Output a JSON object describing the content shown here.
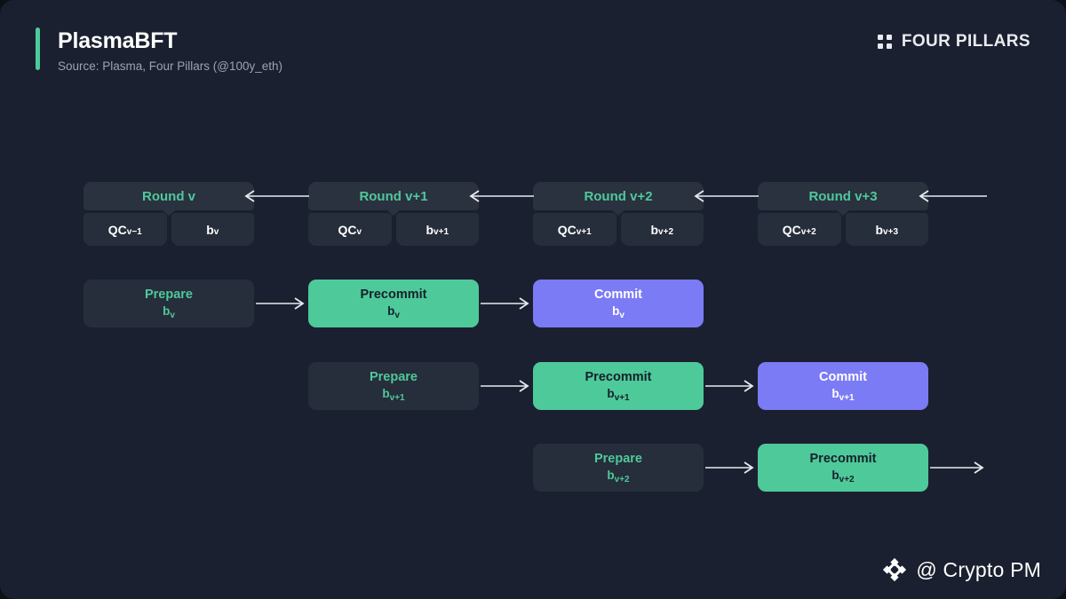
{
  "header": {
    "title": "PlasmaBFT",
    "source": "Source: Plasma, Four Pillars (@100y_eth)",
    "brand": "FOUR PILLARS",
    "brand_icon": "four-dots-icon"
  },
  "colors": {
    "canvas": "#0d1017",
    "card": "#1b2030",
    "accent_green": "#4ec99a",
    "box_dark": "#262d3b",
    "head_dark": "#2a313f",
    "purple": "#7b7bf5",
    "text_light": "#ffffff",
    "text_muted": "#9aa3b2",
    "arrow": "#e8eaf0"
  },
  "rounds": [
    {
      "label": "Round v",
      "qc": "QC",
      "qc_sub": "v−1",
      "block": "b",
      "block_sub": "v"
    },
    {
      "label": "Round v+1",
      "qc": "QC",
      "qc_sub": "v",
      "block": "b",
      "block_sub": "v+1"
    },
    {
      "label": "Round v+2",
      "qc": "QC",
      "qc_sub": "v+1",
      "block": "b",
      "block_sub": "v+2"
    },
    {
      "label": "Round v+3",
      "qc": "QC",
      "qc_sub": "v+2",
      "block": "b",
      "block_sub": "v+3"
    }
  ],
  "phase_rows": [
    {
      "phases": [
        {
          "name": "Prepare",
          "block": "b",
          "block_sub": "v",
          "style": "prepare"
        },
        {
          "name": "Precommit",
          "block": "b",
          "block_sub": "v",
          "style": "precommit"
        },
        {
          "name": "Commit",
          "block": "b",
          "block_sub": "v",
          "style": "commit"
        }
      ]
    },
    {
      "phases": [
        {
          "name": "Prepare",
          "block": "b",
          "block_sub": "v+1",
          "style": "prepare"
        },
        {
          "name": "Precommit",
          "block": "b",
          "block_sub": "v+1",
          "style": "precommit"
        },
        {
          "name": "Commit",
          "block": "b",
          "block_sub": "v+1",
          "style": "commit"
        }
      ]
    },
    {
      "phases": [
        {
          "name": "Prepare",
          "block": "b",
          "block_sub": "v+2",
          "style": "prepare"
        },
        {
          "name": "Precommit",
          "block": "b",
          "block_sub": "v+2",
          "style": "precommit"
        }
      ]
    }
  ],
  "watermark": {
    "text": "@ Crypto PM",
    "logo": "binance-diamond-icon"
  }
}
